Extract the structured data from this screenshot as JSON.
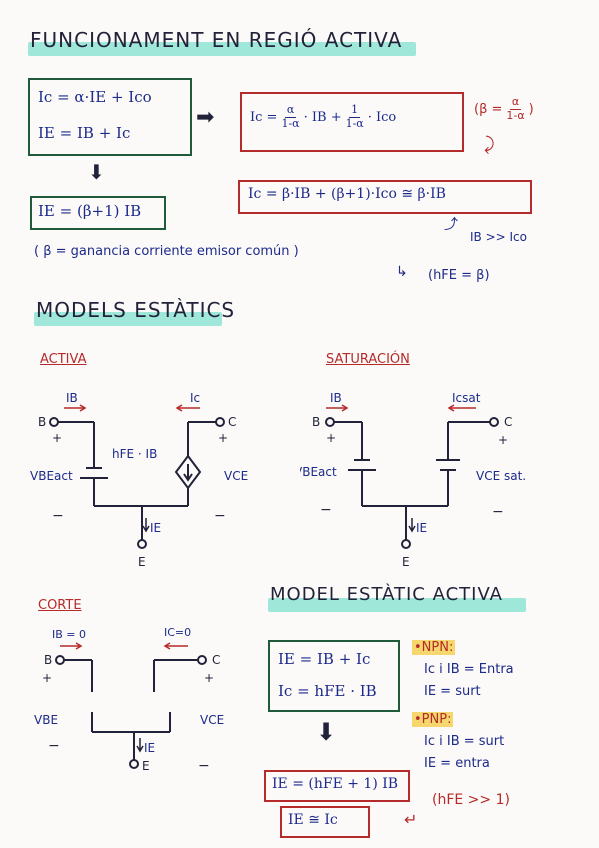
{
  "titles": {
    "main": "FUNCIONAMENT EN REGIÓ ACTIVA",
    "models": "MODELS ESTÀTICS",
    "model_activa": "MODEL ESTÀTIC ACTIVA"
  },
  "activa_eqs": {
    "ic_eq": "Ic = α·IE + Ico",
    "ie_eq": "IE = IB + Ic",
    "ic_alpha_lhs": "Ic =",
    "ic_alpha_f1_num": "α",
    "ic_alpha_f1_den": "1-α",
    "ic_alpha_mid": "· IB +",
    "ic_alpha_f2_num": "1",
    "ic_alpha_f2_den": "1-α",
    "ic_alpha_tail": "· Ico",
    "beta_lhs": "(β =",
    "beta_num": "α",
    "beta_den": "1-α",
    "beta_close": ")",
    "ic_beta": "Ic = β·IB + (β+1)·Ico ≅ β·IB",
    "ib_gg": "IB >> Ico",
    "ie_beta": "IE = (β+1) IB",
    "beta_note": "( β = ganancia corriente emisor común )",
    "hfe_note": "(hFE = β)"
  },
  "circuits": {
    "activa": {
      "label": "ACTIVA",
      "ib": "IB",
      "ic": "Ic",
      "b": "B",
      "c": "C",
      "e": "E",
      "plus_b": "+",
      "plus_c": "+",
      "minus_b": "−",
      "minus_c": "−",
      "source": "hFE · IB",
      "vbe": "VBEact",
      "vce": "VCE",
      "ie": "IE"
    },
    "saturacion": {
      "label": "SATURACIÓN",
      "ib": "IB",
      "ic": "Icsat",
      "b": "B",
      "c": "C",
      "e": "E",
      "plus_b": "+",
      "plus_c": "+",
      "minus_b": "−",
      "minus_c": "−",
      "vbe": "VBEact",
      "vce": "VCE sat.",
      "ie": "IE"
    },
    "corte": {
      "label": "CORTE",
      "ib": "IB = 0",
      "ic": "IC=0",
      "b": "B",
      "c": "C",
      "e": "E",
      "plus_b": "+",
      "plus_c": "+",
      "minus_b": "−",
      "minus_c": "−",
      "vbe": "VBE",
      "vce": "VCE",
      "ie": "IE"
    }
  },
  "model_activa": {
    "eq1": "IE = IB + Ic",
    "eq2": "Ic = hFE · IB",
    "npn_title": "NPN:",
    "npn_1": "Ic i IB = Entra",
    "npn_2": "IE = surt",
    "pnp_title": "PNP:",
    "pnp_1": "Ic i IB = surt",
    "pnp_2": "IE = entra",
    "ie_res": "IE = (hFE + 1) IB",
    "ie_ic": "IE ≅ Ic",
    "hfe_gg": "(hFE >> 1)"
  },
  "colors": {
    "highlight": "#7fe0cf",
    "green_box": "#1f5a3a",
    "red": "#b52a2a",
    "ink": "#1c2a8a"
  }
}
